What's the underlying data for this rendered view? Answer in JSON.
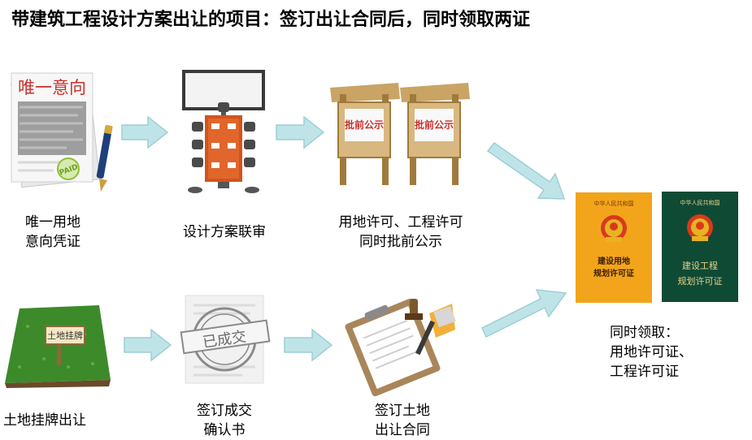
{
  "title": "带建筑工程设计方案出让的项目：签订出让合同后，同时领取两证",
  "steps": {
    "intent": {
      "doc_heading": "唯一意向",
      "stamp": "PAID",
      "caption_line1": "唯一用地",
      "caption_line2": "意向凭证"
    },
    "review": {
      "caption": "设计方案联审"
    },
    "publicity": {
      "board_text": "批前公示",
      "caption_line1": "用地许可、工程许可",
      "caption_line2": "同时批前公示"
    },
    "listing": {
      "sign_text": "土地挂牌",
      "caption": "土地挂牌出让"
    },
    "confirm": {
      "stamp_text": "已成交",
      "caption_line1": "签订成交",
      "caption_line2": "确认书"
    },
    "contract": {
      "caption_line1": "签订土地",
      "caption_line2": "出让合同"
    }
  },
  "certificates": {
    "land": {
      "header": "中华人民共和国",
      "name_line1": "建设用地",
      "name_line2": "规划许可证",
      "color": "#f2a51a"
    },
    "project": {
      "header": "中华人民共和国",
      "name_line1": "建设工程",
      "name_line2": "规划许可证",
      "color": "#0f4a34"
    },
    "caption_line1": "同时领取：",
    "caption_line2": "用地许可证、",
    "caption_line3": "工程许可证"
  },
  "colors": {
    "arrow": "#bfe4e8",
    "arrow_stroke": "#9ccfd6",
    "wood": "#a07a3c",
    "grass": "#3d8a2a",
    "red": "#c9302c"
  }
}
